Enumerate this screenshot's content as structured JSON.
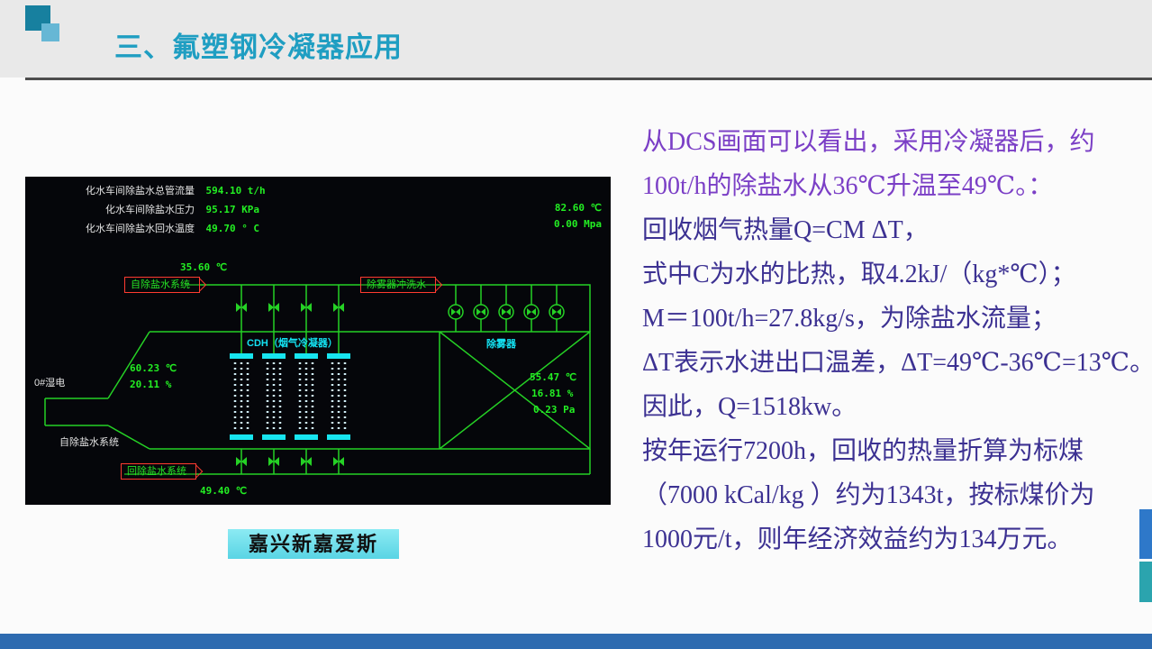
{
  "slide": {
    "title": "三、氟塑钢冷凝器应用",
    "caption": "嘉兴新嘉爱斯",
    "colors": {
      "title": "#1f9ec2",
      "intro_text": "#7b3fc6",
      "body_text": "#3c3192",
      "caption_bg": "#6fdfee",
      "bottom_bar": "#2e6bb0"
    }
  },
  "dcs": {
    "readings": [
      {
        "label": "化水车间除盐水总管流量",
        "value": "594.10 t/h"
      },
      {
        "label": "化水车间除盐水压力",
        "value": "95.17 KPa"
      },
      {
        "label": "化水车间除盐水回水温度",
        "value": "49.70 ° C"
      }
    ],
    "top_right_temp": "82.60 ℃",
    "top_right_pressure": "0.00 Mpa",
    "inlet_temp": "35.60 ℃",
    "inlet_arrow": "自除盐水系统",
    "flush_arrow": "除雾器冲洗水",
    "condenser_label": "CDH（烟气冷凝器）",
    "demister_label": "除雾器",
    "wet_esp_label": "0#湿电",
    "left_temp": "60.23 ℃",
    "left_humidity": "20.11 %",
    "right_temp": "55.47 ℃",
    "right_humidity": "16.81 %",
    "right_pressure": "0.23 Pa",
    "bottom_left_label": "自除盐水系统",
    "return_arrow": "回除盐水系统",
    "return_temp": "49.40 ℃"
  },
  "analysis": {
    "intro_lines": [
      "从DCS画面可以看出，采用冷凝器后，约",
      "100t/h的除盐水从36℃升温至49℃。："
    ],
    "body_lines": [
      "回收烟气热量Q=CM ΔT，",
      "式中C为水的比热，取4.2kJ/（kg*℃）；",
      "M＝100t/h=27.8kg/s，为除盐水流量；",
      "ΔT表示水进出口温差，ΔT=49℃-36℃=13℃。",
      "因此，Q=1518kw。",
      "按年运行7200h，回收的热量折算为标煤",
      "（7000 kCal/kg ）约为1343t，按标煤价为",
      "1000元/t，则年经济效益约为134万元。"
    ]
  }
}
